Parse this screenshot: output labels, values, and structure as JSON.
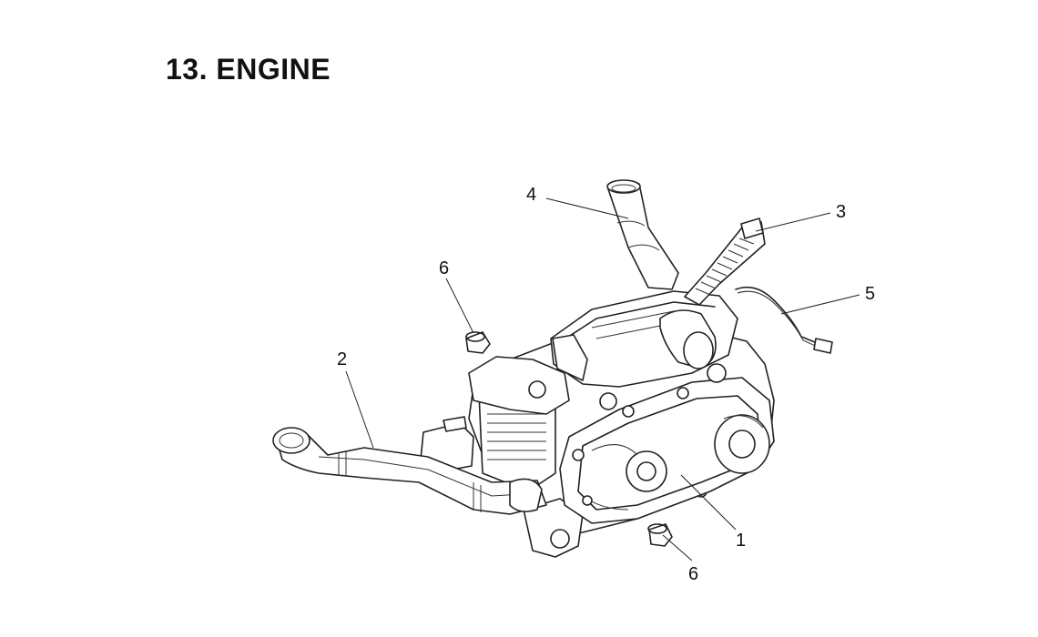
{
  "page": {
    "title": "13. ENGINE"
  },
  "callouts": [
    {
      "id": "1",
      "text": "1"
    },
    {
      "id": "2",
      "text": "2"
    },
    {
      "id": "3",
      "text": "3"
    },
    {
      "id": "4",
      "text": "4"
    },
    {
      "id": "5",
      "text": "5"
    },
    {
      "id": "6a",
      "text": "6"
    },
    {
      "id": "6b",
      "text": "6"
    }
  ]
}
